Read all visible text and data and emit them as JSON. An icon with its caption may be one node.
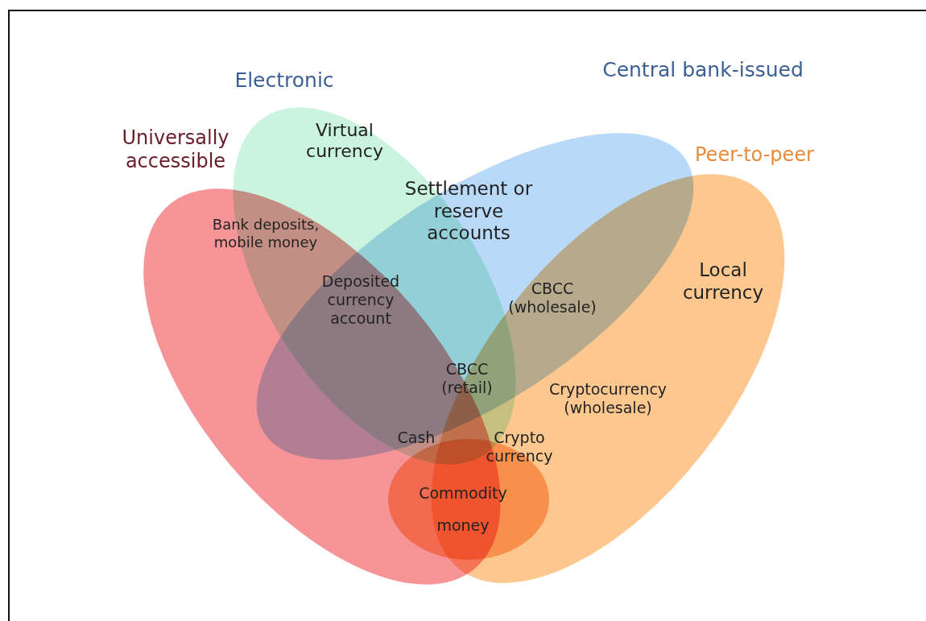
{
  "diagram": {
    "nodes": [
      {
        "text": [
          "Universally accessible"
        ]
      },
      {
        "text": [
          "Electronic"
        ]
      },
      {
        "text": [
          "Central bank-issued"
        ]
      },
      {
        "text": [
          "Peer-to-peer"
        ]
      },
      {
        "text": [
          "Commodity money"
        ]
      }
    ],
    "labels": [
      "Virtual currency",
      "Settlement or reserve accounts",
      "Bank deposits, mobile money",
      "Local currency",
      "Deposited currency account",
      "CBCC (wholesale)",
      "CBCC (retail)",
      "Cryptocurrency (wholesale)",
      "Cash",
      "Crypto currency"
    ]
  }
}
